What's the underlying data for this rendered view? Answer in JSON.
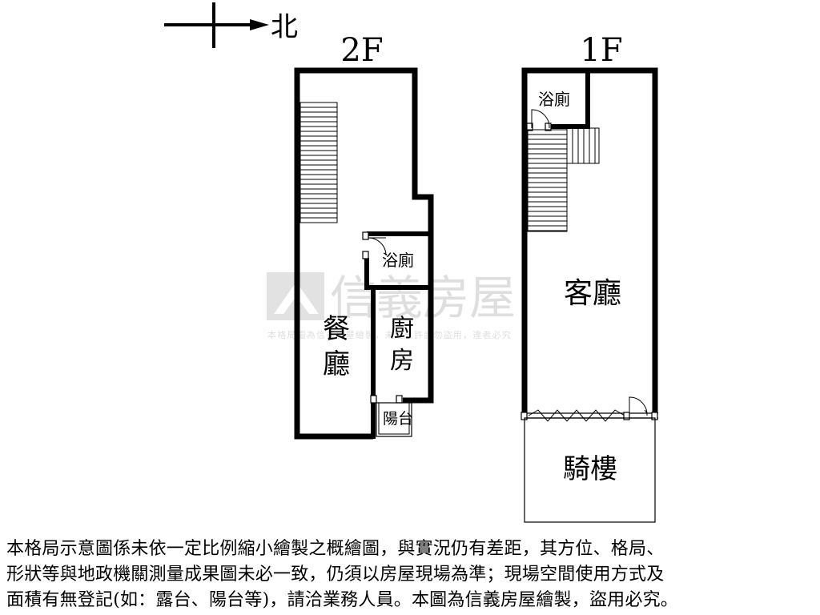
{
  "compass": {
    "label": "北"
  },
  "floors": {
    "second": {
      "title": "2F",
      "rooms": {
        "bathroom": "浴廁",
        "dining_1": "餐",
        "dining_2": "廳",
        "kitchen_1": "廚",
        "kitchen_2": "房",
        "balcony": "陽台"
      }
    },
    "first": {
      "title": "1F",
      "rooms": {
        "bathroom": "浴廁",
        "living": "客廳",
        "arcade": "騎樓"
      }
    }
  },
  "watermark": {
    "brand": "信義房屋",
    "notice": "本格局圖為信義房屋繪製，未經允許請勿盜用，違者必究"
  },
  "disclaimer": {
    "lines": [
      "本格局示意圖係未依一定比例縮小繪製之概繪圖，與實況仍有差距，其方位、格局、",
      "形狀等與地政機關測量成果圖未必一致，仍須以房屋現場為準；現場空間使用方式及",
      "面積有無登記(如：露台、陽台等)，請洽業務人員。本圖為信義房屋繪製，盜用必究。"
    ]
  }
}
